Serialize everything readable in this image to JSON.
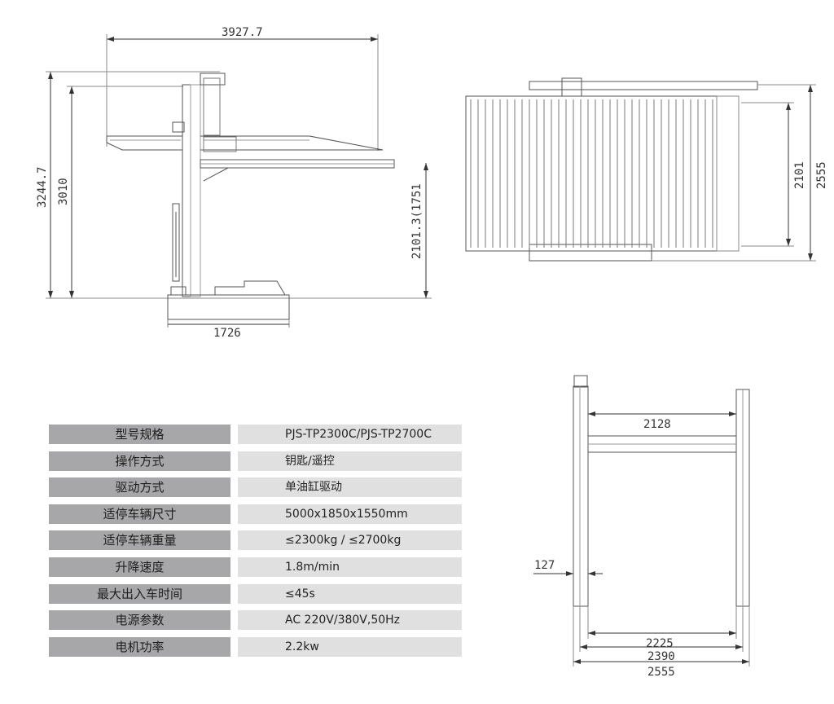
{
  "dimensions": {
    "side_width": "3927.7",
    "side_height_total": "3244.7",
    "side_height_post": "3010",
    "side_clearance": "2101.3(1751",
    "side_base": "1726",
    "top_width": "2555",
    "top_inner": "2101",
    "front_top": "2128",
    "front_offset": "127",
    "front_inner": "2225",
    "front_mid": "2390",
    "front_total": "2555"
  },
  "specs": [
    {
      "label": "型号规格",
      "value": "PJS-TP2300C/PJS-TP2700C"
    },
    {
      "label": "操作方式",
      "value": "钥匙/遥控"
    },
    {
      "label": "驱动方式",
      "value": "单油缸驱动"
    },
    {
      "label": "适停车辆尺寸",
      "value": "5000x1850x1550mm"
    },
    {
      "label": "适停车辆重量",
      "value": "≤2300kg / ≤2700kg"
    },
    {
      "label": "升降速度",
      "value": "1.8m/min"
    },
    {
      "label": "最大出入车时间",
      "value": "≤45s"
    },
    {
      "label": "电源参数",
      "value": "AC 220V/380V,50Hz"
    },
    {
      "label": "电机功率",
      "value": "2.2kw"
    }
  ]
}
